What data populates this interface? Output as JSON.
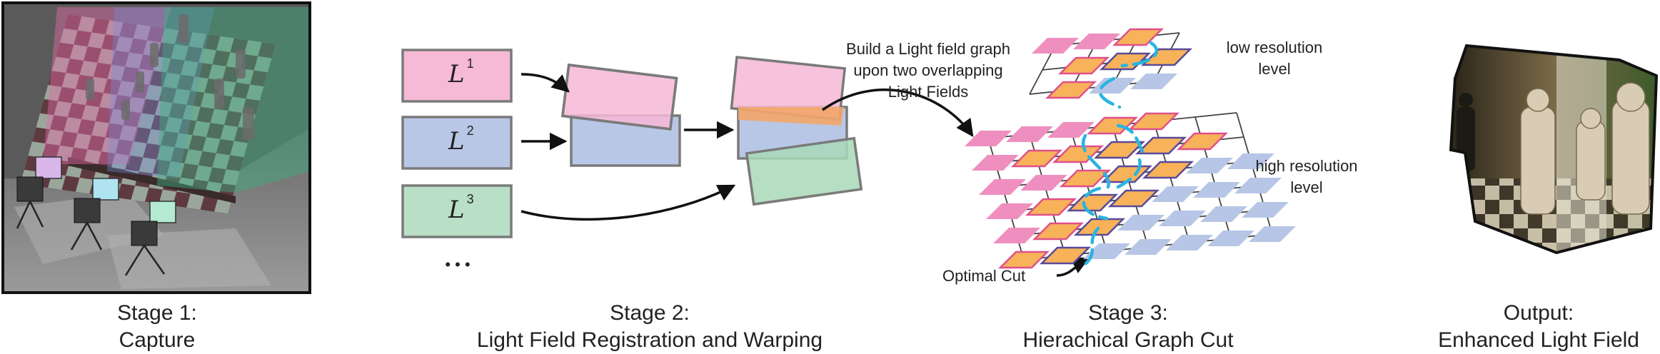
{
  "stages": [
    {
      "title": "Stage 1:",
      "subtitle": "Capture"
    },
    {
      "title": "Stage 2:",
      "subtitle": "Light Field Registration and Warping"
    },
    {
      "title": "Stage 3:",
      "subtitle": "Hierachical Graph Cut"
    },
    {
      "title": "Output:",
      "subtitle": "Enhanced Light Field"
    }
  ],
  "light_fields": [
    {
      "symbol": "L",
      "index": "1",
      "color": "#f6b9d6"
    },
    {
      "symbol": "L",
      "index": "2",
      "color": "#b9c7e6"
    },
    {
      "symbol": "L",
      "index": "3",
      "color": "#b9dfc6"
    }
  ],
  "ellipsis": "• • •",
  "annotations": {
    "build_graph": [
      "Build a Light field graph",
      "upon two overlapping",
      "Light Fields"
    ],
    "low_res": [
      "low resolution",
      "level"
    ],
    "high_res": [
      "high resolution",
      "level"
    ],
    "optimal_cut": "Optimal Cut"
  },
  "colors": {
    "pink": "#ee8fbf",
    "blue": "#b7c6e6",
    "green": "#a8d8b8",
    "orange": "#f7b25a",
    "cut": "#2ab4e0",
    "frame": "#808080"
  }
}
